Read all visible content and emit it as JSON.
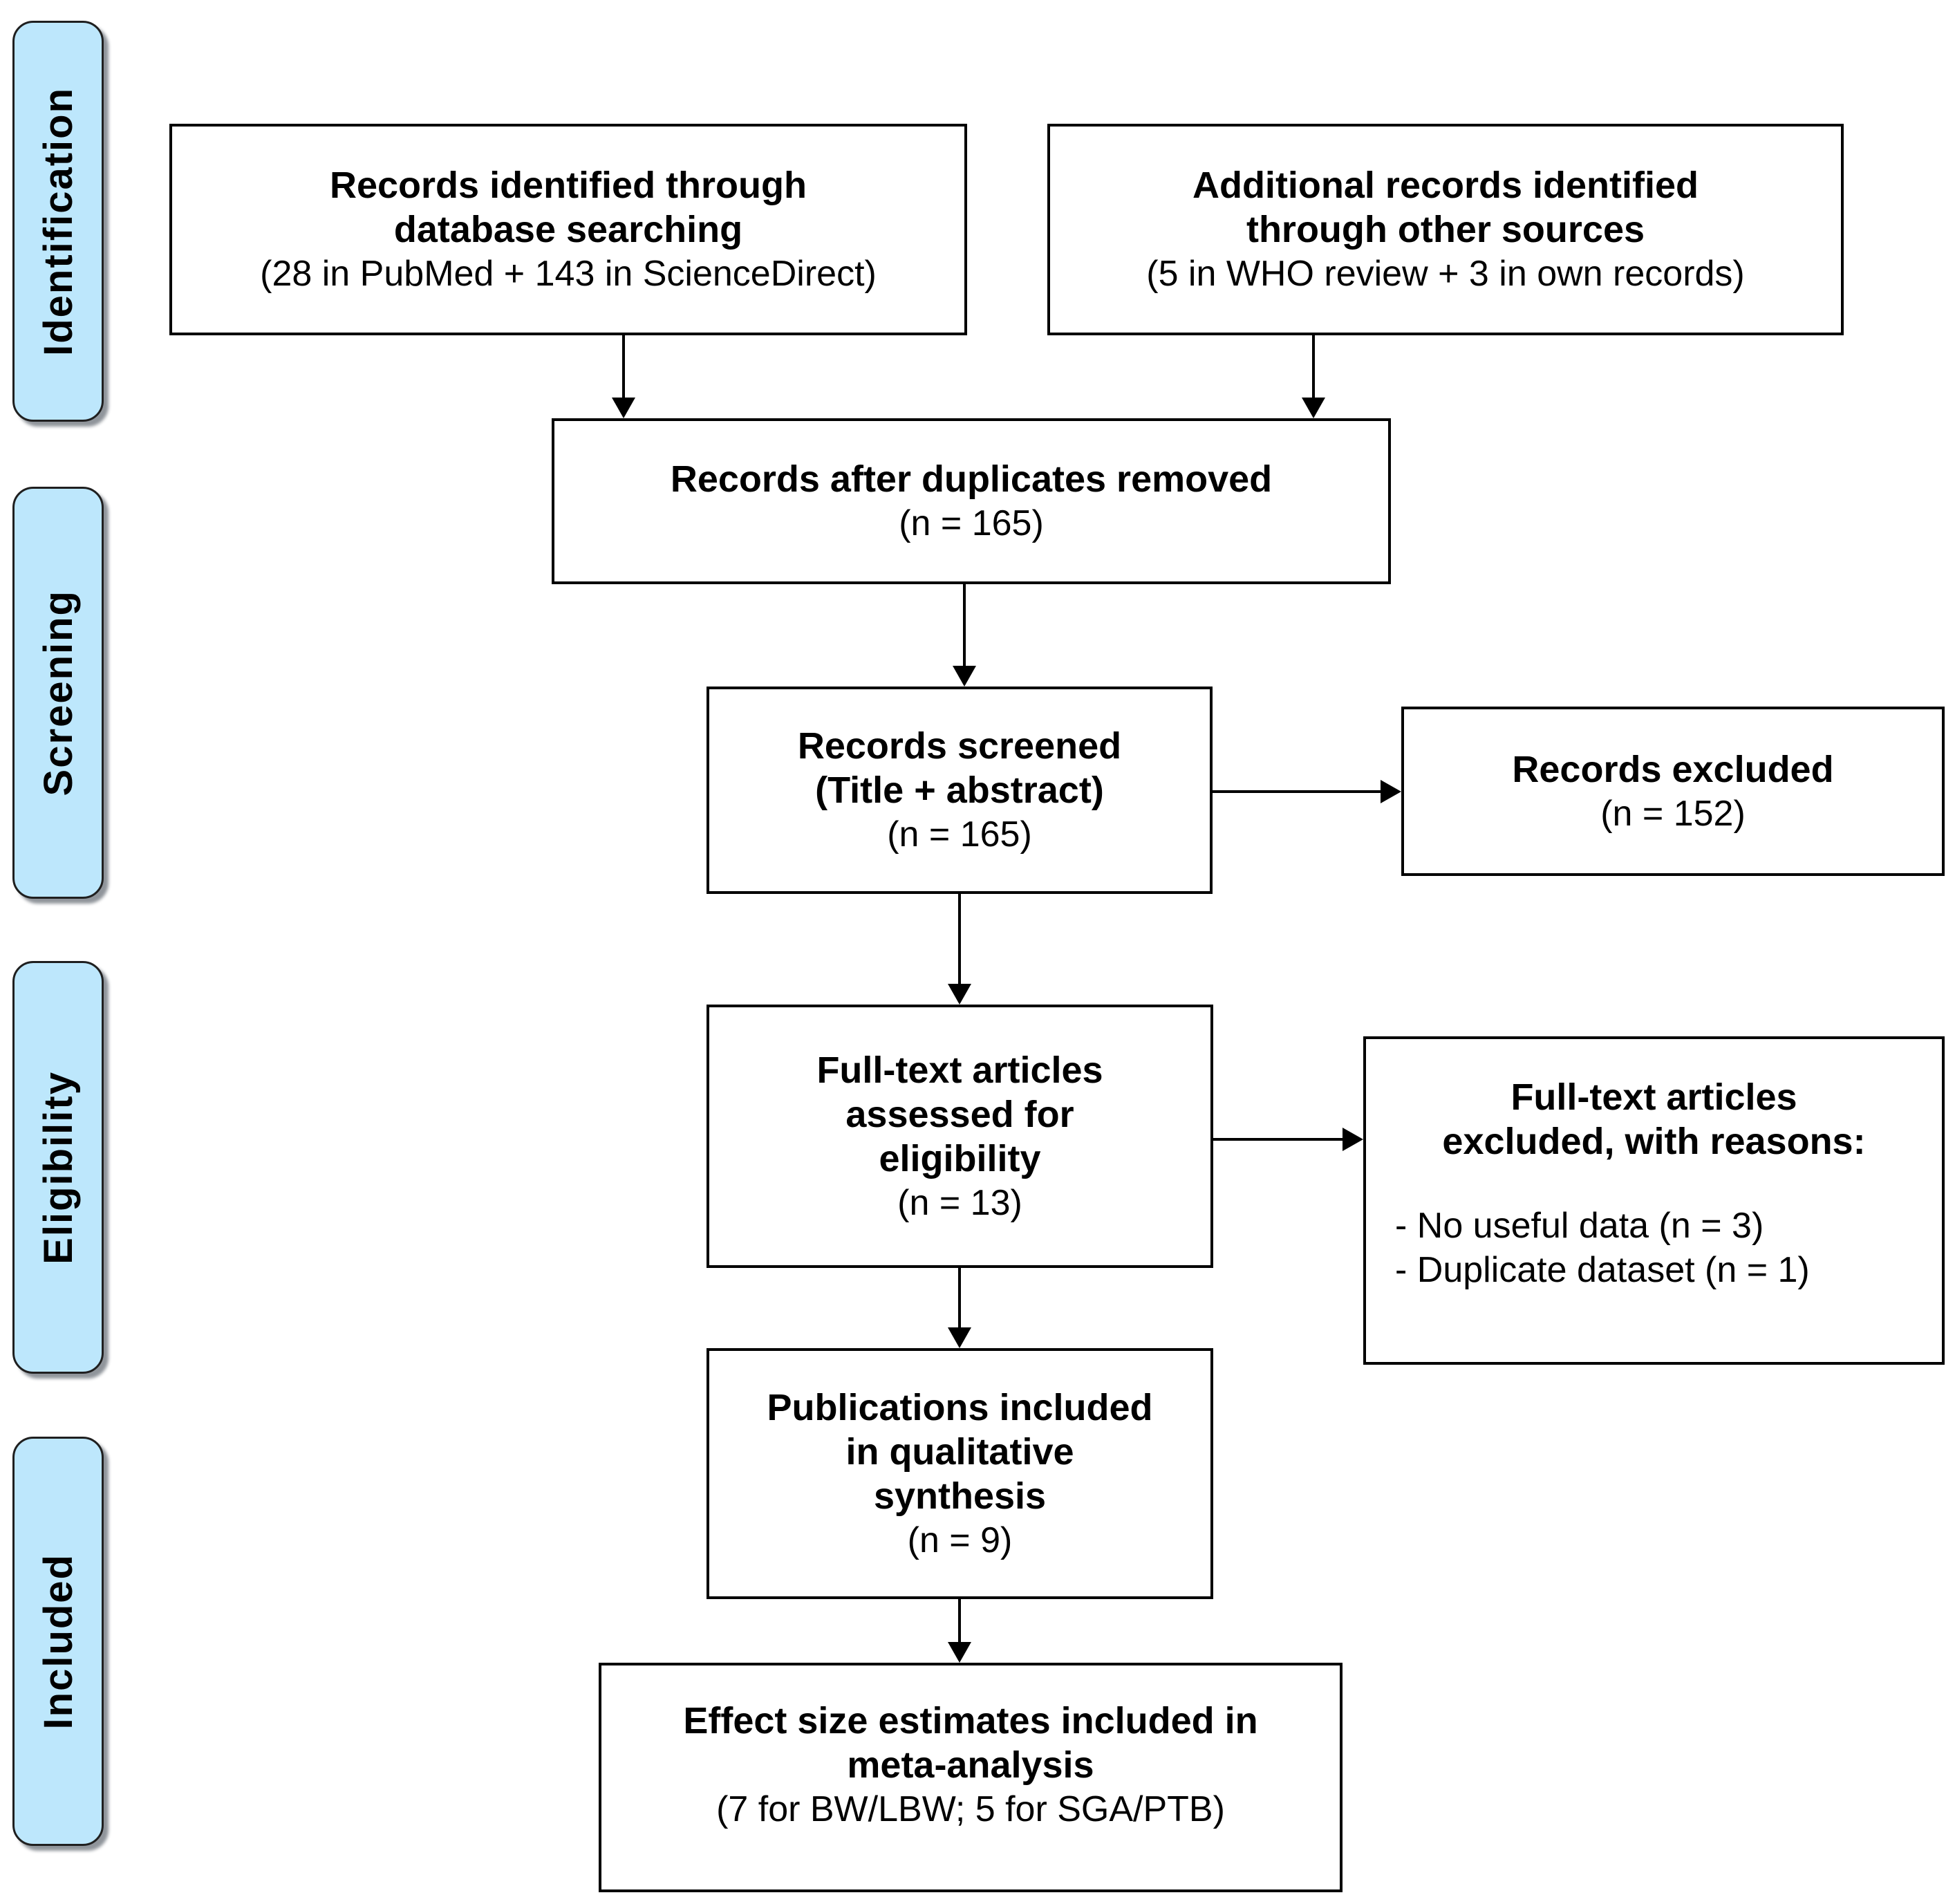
{
  "colors": {
    "stage_fill": "#BDE7FC",
    "stage_border": "#1F1F1F",
    "stage_shadow": "#90959B",
    "box_border": "#000000",
    "arrow": "#000000",
    "text": "#000000",
    "background": "#FFFFFF"
  },
  "stages": [
    {
      "label": "Identification"
    },
    {
      "label": "Screening"
    },
    {
      "label": "Eligibility"
    },
    {
      "label": "Included"
    }
  ],
  "boxes": {
    "records_identified": {
      "title": [
        "Records identified through",
        "database searching"
      ],
      "note": "(28 in PubMed + 143 in ScienceDirect)"
    },
    "additional_records": {
      "title": [
        "Additional records identified",
        "through other sources"
      ],
      "note": "(5 in WHO review + 3 in own records)"
    },
    "duplicates_removed": {
      "title": [
        "Records after duplicates removed"
      ],
      "note": "(n = 165)"
    },
    "records_screened": {
      "title": [
        "Records screened",
        "(Title + abstract)"
      ],
      "note": "(n = 165)"
    },
    "records_excluded": {
      "title": [
        "Records excluded"
      ],
      "note": "(n = 152)"
    },
    "fulltext_assessed": {
      "title": [
        "Full-text articles",
        "assessed for",
        "eligibility"
      ],
      "note": "(n = 13)"
    },
    "fulltext_excluded": {
      "title": [
        "Full-text articles",
        "excluded, with reasons:"
      ],
      "reasons": [
        "- No useful data (n = 3)",
        "- Duplicate dataset (n = 1)"
      ]
    },
    "qualitative_synthesis": {
      "title": [
        "Publications included",
        "in qualitative",
        "synthesis"
      ],
      "note": "(n = 9)"
    },
    "meta_analysis": {
      "title": [
        "Effect size estimates included in",
        "meta-analysis"
      ],
      "note": "(7 for BW/LBW; 5 for SGA/PTB)"
    }
  }
}
